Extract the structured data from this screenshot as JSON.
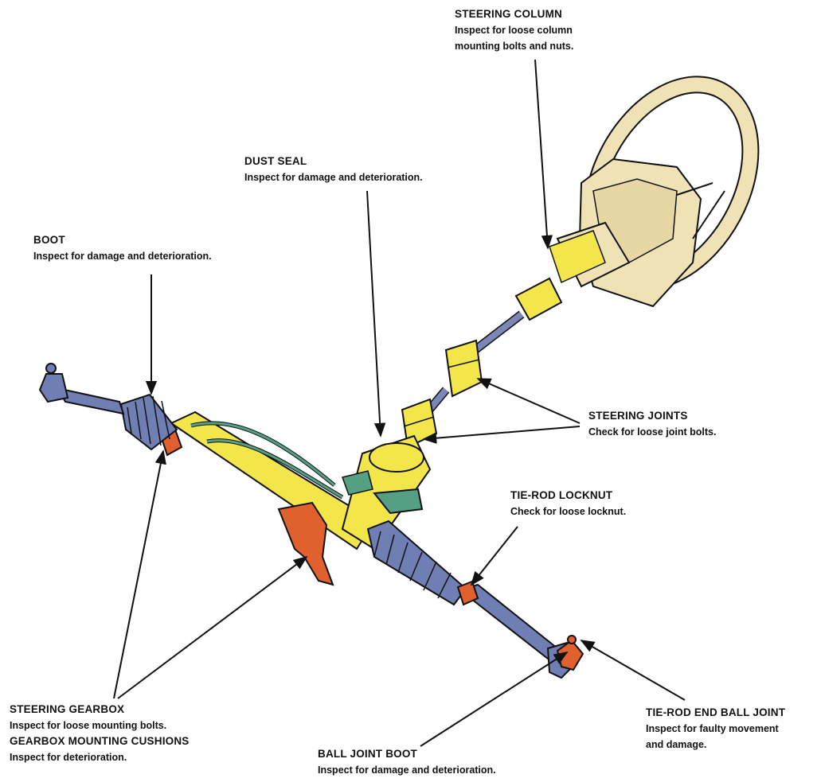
{
  "colors": {
    "gearbox": "#f2e64a",
    "boot": "#6f7fb3",
    "cushion": "#e0602e",
    "hose": "#55a085",
    "wheel": "#efe2b4",
    "shaft": "#7c87b8",
    "ink": "#111111"
  },
  "callouts": {
    "steering_column": {
      "title": "STEERING COLUMN",
      "desc1": "Inspect for loose column",
      "desc2": "mounting bolts and nuts."
    },
    "dust_seal": {
      "title": "DUST SEAL",
      "desc1": "Inspect for damage and deterioration."
    },
    "boot": {
      "title": "BOOT",
      "desc1": "Inspect for damage and deterioration."
    },
    "steering_joints": {
      "title": "STEERING JOINTS",
      "desc1": "Check for loose joint bolts."
    },
    "tie_rod_locknut": {
      "title": "TIE-ROD LOCKNUT",
      "desc1": "Check for loose locknut."
    },
    "steering_gearbox": {
      "title": "STEERING GEARBOX",
      "desc1": "Inspect for loose mounting bolts.",
      "title2": "GEARBOX MOUNTING CUSHIONS",
      "desc2": "Inspect for deterioration."
    },
    "ball_joint_boot": {
      "title": "BALL JOINT BOOT",
      "desc1": "Inspect for damage and deterioration."
    },
    "tie_rod_end": {
      "title": "TIE-ROD END BALL JOINT",
      "desc1": "Inspect for faulty movement",
      "desc2": "and damage."
    }
  }
}
